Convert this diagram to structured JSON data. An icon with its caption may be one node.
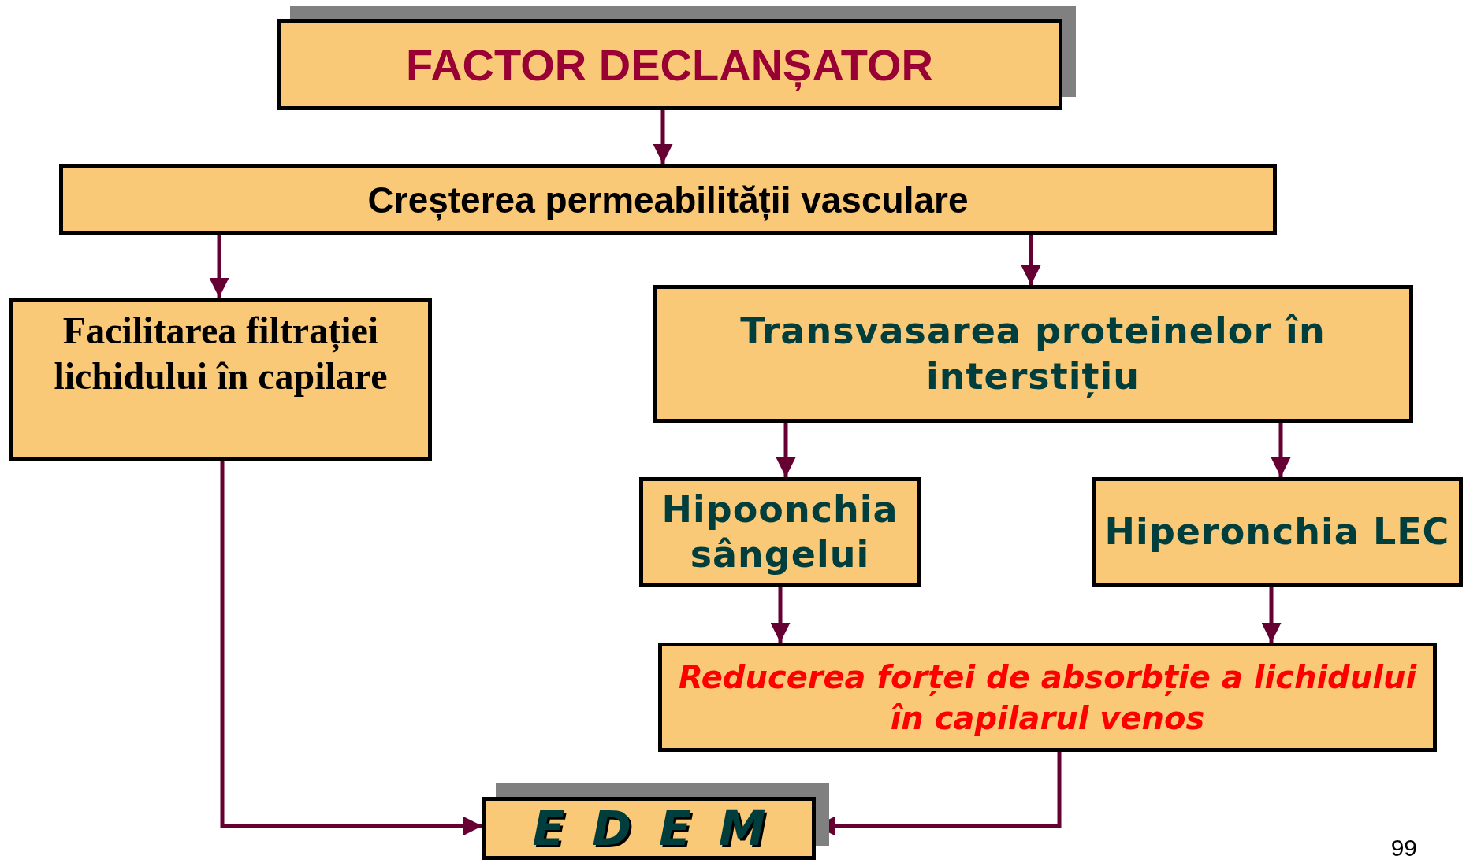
{
  "diagram": {
    "nodes": [
      {
        "text": [
          "FACTOR DECLANȘATOR"
        ]
      },
      {
        "text": [
          "Creșterea permeabilității vasculare"
        ]
      },
      {
        "text": [
          "Facilitarea filtrației lichidului în capilare"
        ]
      },
      {
        "text": [
          "Transvasarea proteinelor în interstițiu"
        ]
      },
      {
        "text": [
          "Hipoonchia sângelui"
        ]
      },
      {
        "text": [
          "Hiperonchia LEC"
        ]
      },
      {
        "text": [
          "Reducerea forței de absorbție a lichidului în capilarul venos"
        ]
      },
      {
        "text": [
          "E D E M"
        ]
      }
    ],
    "edges": [
      {
        "from": 0,
        "to": 1,
        "arrow": "to"
      },
      {
        "from": 1,
        "to": 2,
        "arrow": "to"
      },
      {
        "from": 1,
        "to": 3,
        "arrow": "to"
      },
      {
        "from": 3,
        "to": 4,
        "arrow": "to"
      },
      {
        "from": 3,
        "to": 5,
        "arrow": "to"
      },
      {
        "from": 4,
        "to": 6,
        "arrow": "to"
      },
      {
        "from": 5,
        "to": 6,
        "arrow": "to"
      },
      {
        "from": 2,
        "to": 7,
        "arrow": "to"
      },
      {
        "from": 6,
        "to": 7,
        "arrow": "to"
      }
    ],
    "labels": [
      "99"
    ]
  }
}
